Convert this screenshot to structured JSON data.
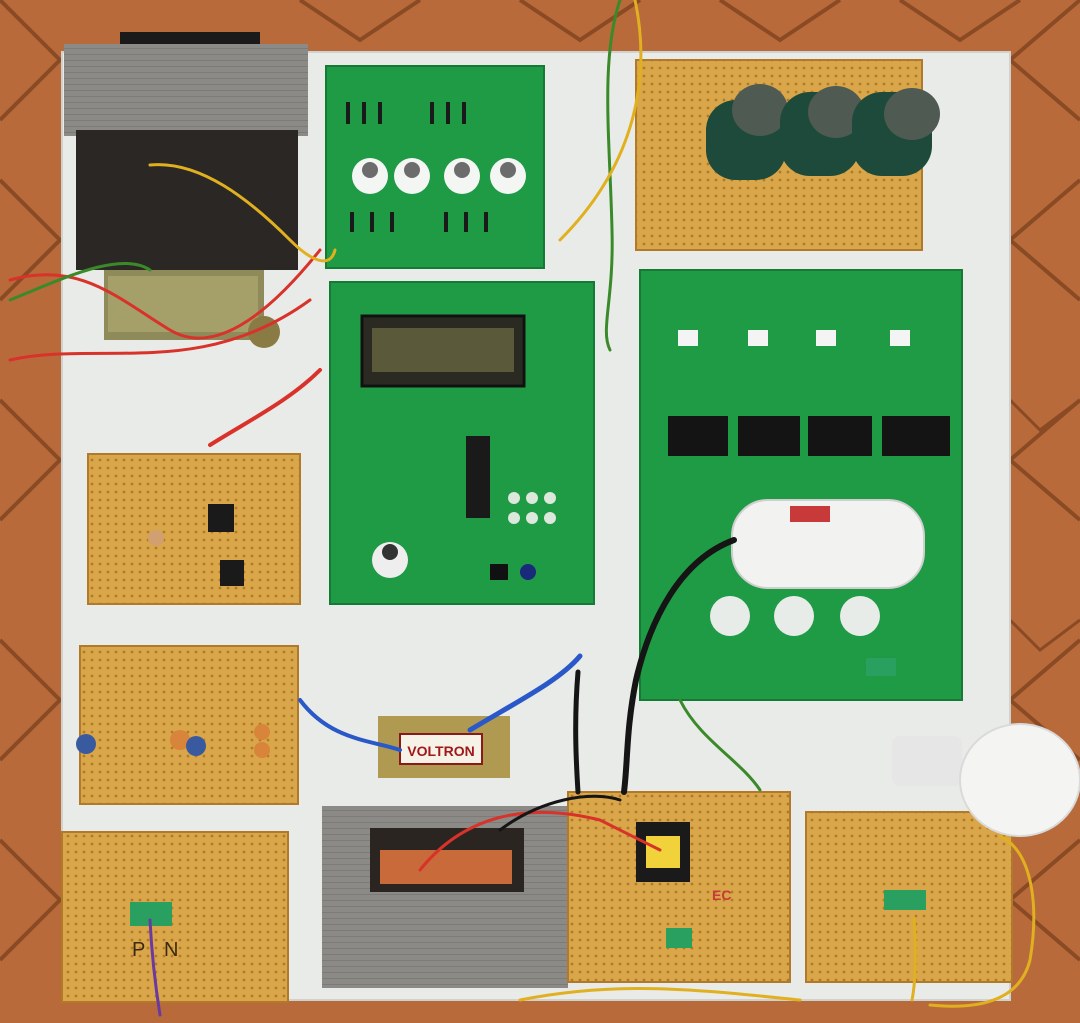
{
  "photo": {
    "labels": {
      "transformer_brand": "VOLTRON",
      "board_mark_p": "P",
      "board_mark_n": "N",
      "board_mark_ec": "EC"
    },
    "colors": {
      "floor_tile": "#b86a3a",
      "floor_grout": "#8a4a24",
      "base_board": "#e9ebe8",
      "green_pcb": "#1f9a45",
      "perf_board": "#d9a64a",
      "transformer_steel": "#8c8a86",
      "capacitor_can": "#1d4a3a",
      "run_capacitor": "#f2f2f0",
      "bulb": "#f4f4f2",
      "wire_red": "#d8322a",
      "wire_yellow": "#e0b020",
      "wire_green": "#3a8a2a",
      "wire_blue": "#2a58c8",
      "wire_black": "#151515"
    }
  }
}
